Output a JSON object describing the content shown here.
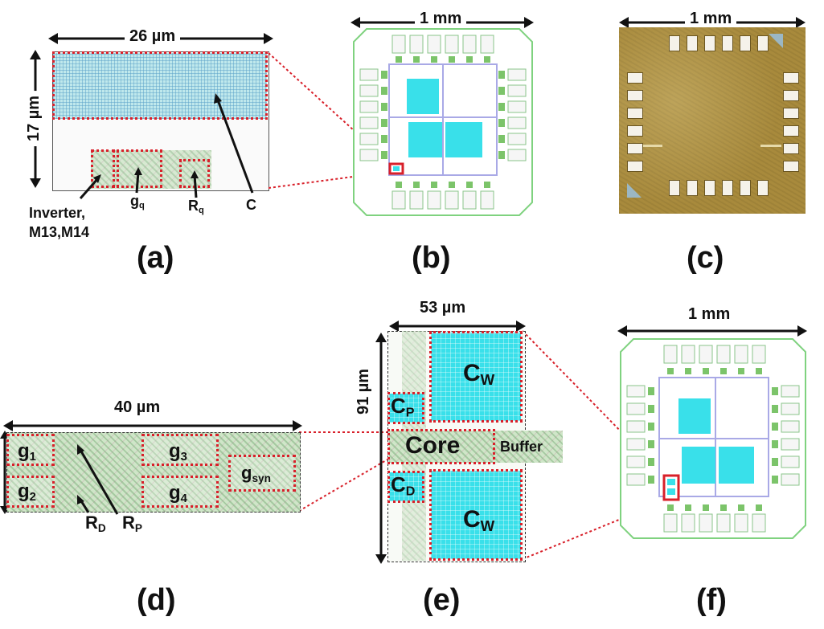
{
  "panels": {
    "a": {
      "letter": "(a)",
      "width_dim": "26 µm",
      "height_dim": "17 µm",
      "labels": {
        "inverter": "Inverter,",
        "transistors": "M13,M14",
        "gq_base": "g",
        "gq_sub": "q",
        "rq_base": "R",
        "rq_sub": "q",
        "c": "C"
      }
    },
    "b": {
      "letter": "(b)",
      "width_dim": "1 mm"
    },
    "c": {
      "letter": "(c)",
      "width_dim": "1 mm"
    },
    "d": {
      "letter": "(d)",
      "width_dim": "40 µm",
      "labels": {
        "g1_base": "g",
        "g1_sub": "1",
        "g2_base": "g",
        "g2_sub": "2",
        "g3_base": "g",
        "g3_sub": "3",
        "g4_base": "g",
        "g4_sub": "4",
        "gsyn_base": "g",
        "gsyn_sub": "syn",
        "rd_base": "R",
        "rd_sub": "D",
        "rp_base": "R",
        "rp_sub": "P"
      }
    },
    "e": {
      "letter": "(e)",
      "width_dim": "53 µm",
      "height_dim": "91 µm",
      "labels": {
        "cw_top_base": "C",
        "cw_top_sub": "W",
        "cp_base": "C",
        "cp_sub": "P",
        "core": "Core",
        "buffer": "Buffer",
        "cd_base": "C",
        "cd_sub": "D",
        "cw_bottom_base": "C",
        "cw_bottom_sub": "W"
      }
    },
    "f": {
      "letter": "(f)",
      "width_dim": "1 mm"
    }
  },
  "colors": {
    "highlight_red": "#d8202a",
    "capacitor_cyan": "#39e0ea",
    "chip_outline_green": "#7fd27f",
    "die_gold": "#a88a3c"
  }
}
